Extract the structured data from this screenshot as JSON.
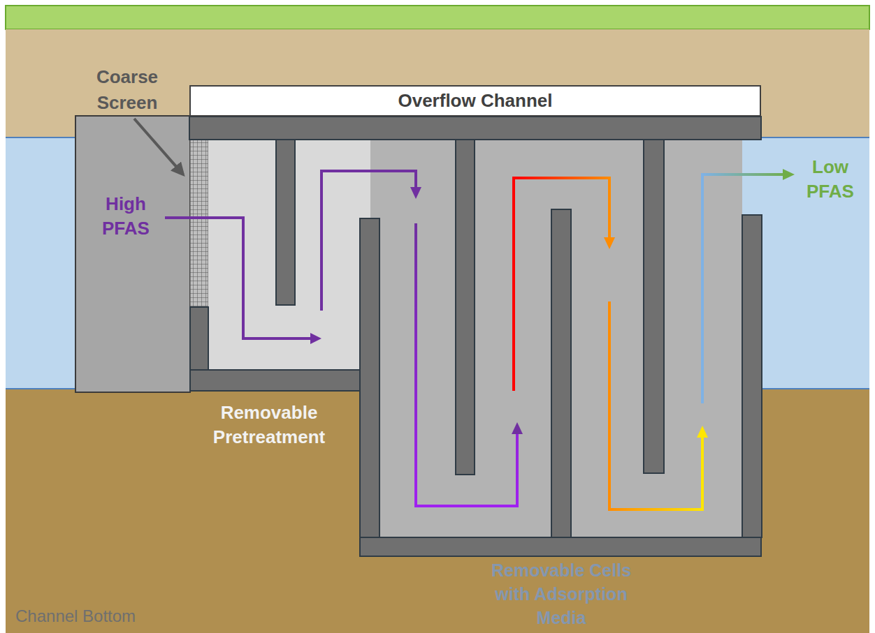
{
  "diagram": {
    "nodes": [
      {
        "text": [
          "Overflow Channel"
        ]
      }
    ],
    "labels": [
      "Coarse Screen",
      "High PFAS",
      "Low PFAS",
      "Removable Pretreatment",
      "Removable Cells with Adsorption Media",
      "Channel Bottom"
    ]
  }
}
